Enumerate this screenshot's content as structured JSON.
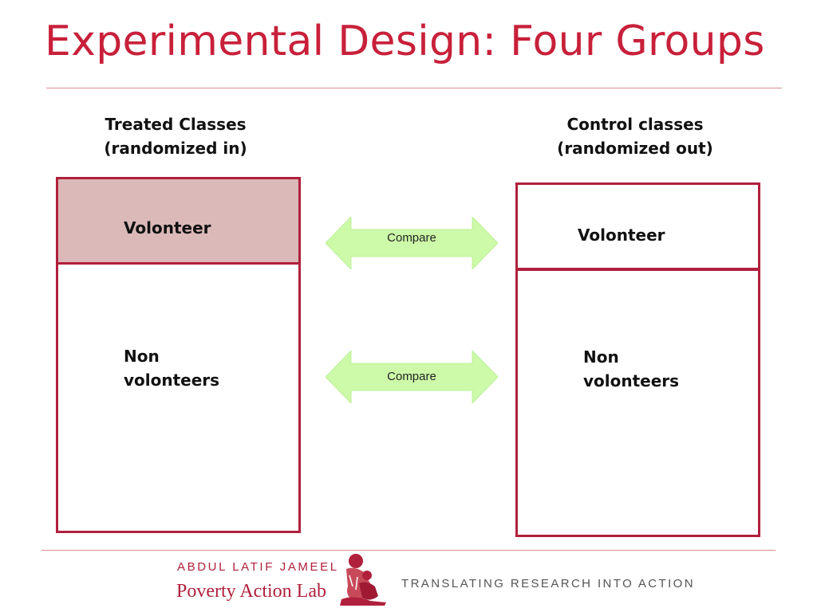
{
  "slide": {
    "title": "Experimental Design: Four Groups"
  },
  "treated": {
    "header": "Treated Classes\n(randomized in)",
    "volunteer_label": "Volonteer",
    "nonvolunteer_label": "Non\nvolonteers"
  },
  "control": {
    "header": "Control classes\n(randomized out)",
    "volunteer_label": "Volonteer",
    "nonvolunteer_label": "Non\nvolonteers"
  },
  "arrows": {
    "top_label": "Compare",
    "bottom_label": "Compare"
  },
  "footer": {
    "logo_top": "ABDUL LATIF JAMEEL",
    "logo_bottom": "Poverty Action Lab",
    "tagline": "TRANSLATING RESEARCH INTO ACTION"
  },
  "colors": {
    "title": "#c8203a",
    "box_border": "#b0203c",
    "shaded_fill": "#dbb9b9",
    "arrow_fill": "#ccfaa8"
  },
  "icons": {
    "logo_figure": "mother-and-child-logo-icon"
  }
}
